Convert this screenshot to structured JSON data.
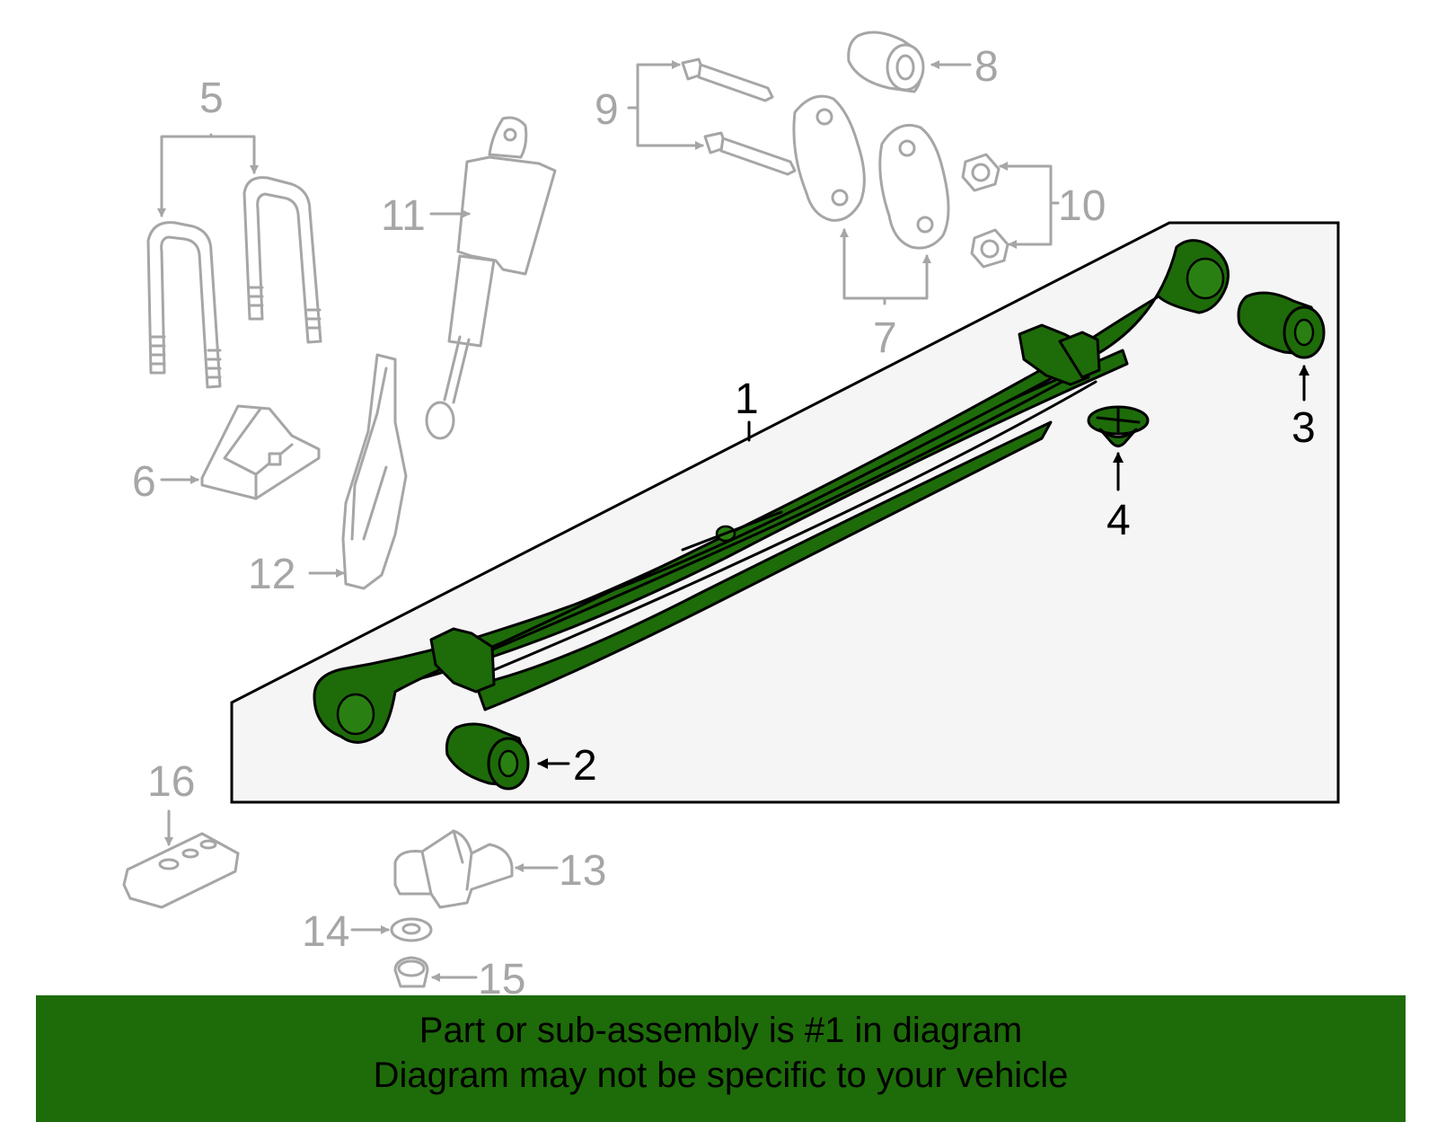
{
  "colors": {
    "highlight": "#1e6b0a",
    "inactive": "#a6a6a6",
    "panel": "#f5f5f5"
  },
  "callouts": {
    "n1": "1",
    "n2": "2",
    "n3": "3",
    "n4": "4",
    "n5": "5",
    "n6": "6",
    "n7": "7",
    "n8": "8",
    "n9": "9",
    "n10": "10",
    "n11": "11",
    "n12": "12",
    "n13": "13",
    "n14": "14",
    "n15": "15",
    "n16": "16"
  },
  "banner": {
    "line1": "Part or sub-assembly is #1 in diagram",
    "line2": "Diagram may not be specific to your vehicle"
  }
}
